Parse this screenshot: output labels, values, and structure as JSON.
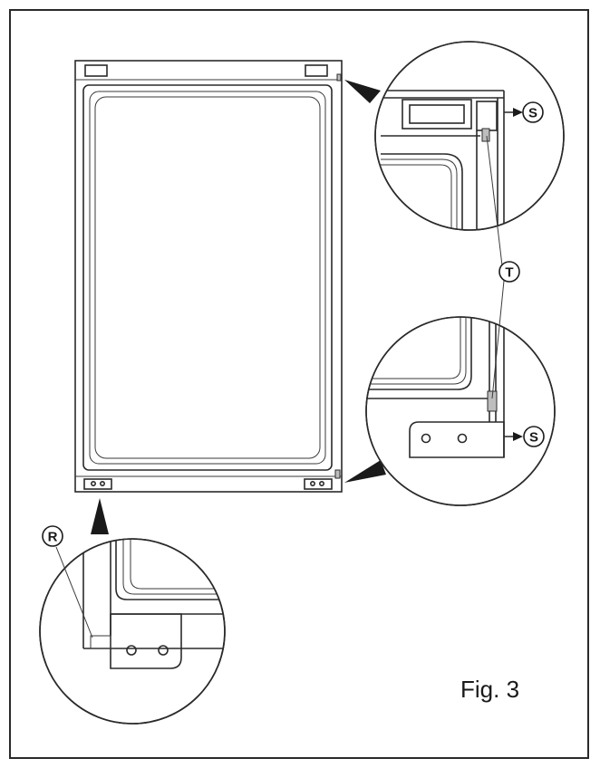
{
  "figure": {
    "caption": "Fig. 3",
    "callouts": {
      "s_top": "S",
      "s_bottom": "S",
      "t": "T",
      "r": "R"
    }
  },
  "colors": {
    "line": "#2a2a2a",
    "background": "#ffffff"
  }
}
